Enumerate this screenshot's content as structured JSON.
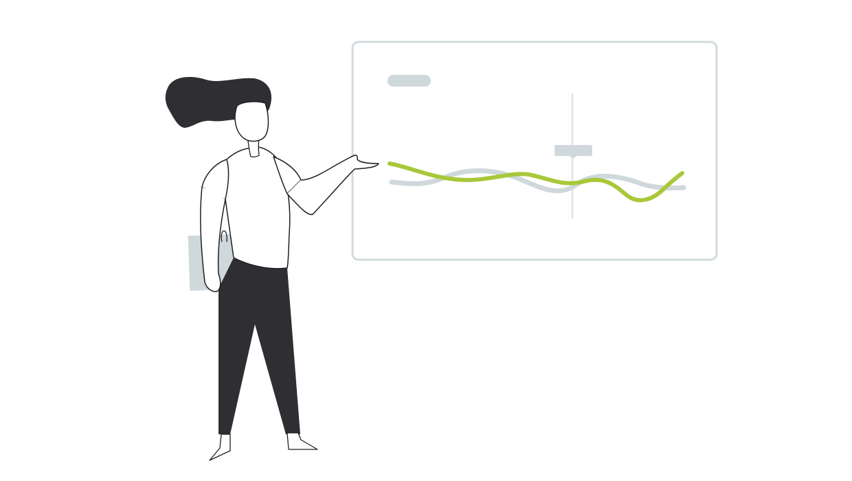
{
  "illustration": {
    "subject": "person-presenting-line-chart",
    "colors": {
      "background": "#ffffff",
      "panel_border": "#d2dadd",
      "placeholder": "#cfd8db",
      "accent_line": "#a8c83a",
      "secondary_line": "#cfd8db",
      "marker_line": "#e3e7e8",
      "hair": "#2e2e33",
      "pants": "#2e2e33",
      "outline": "#1e1e22",
      "skin": "#ffffff",
      "folder": "#cfd8db"
    },
    "icons": [
      "chart-panel",
      "person-figure",
      "folder-icon"
    ]
  }
}
